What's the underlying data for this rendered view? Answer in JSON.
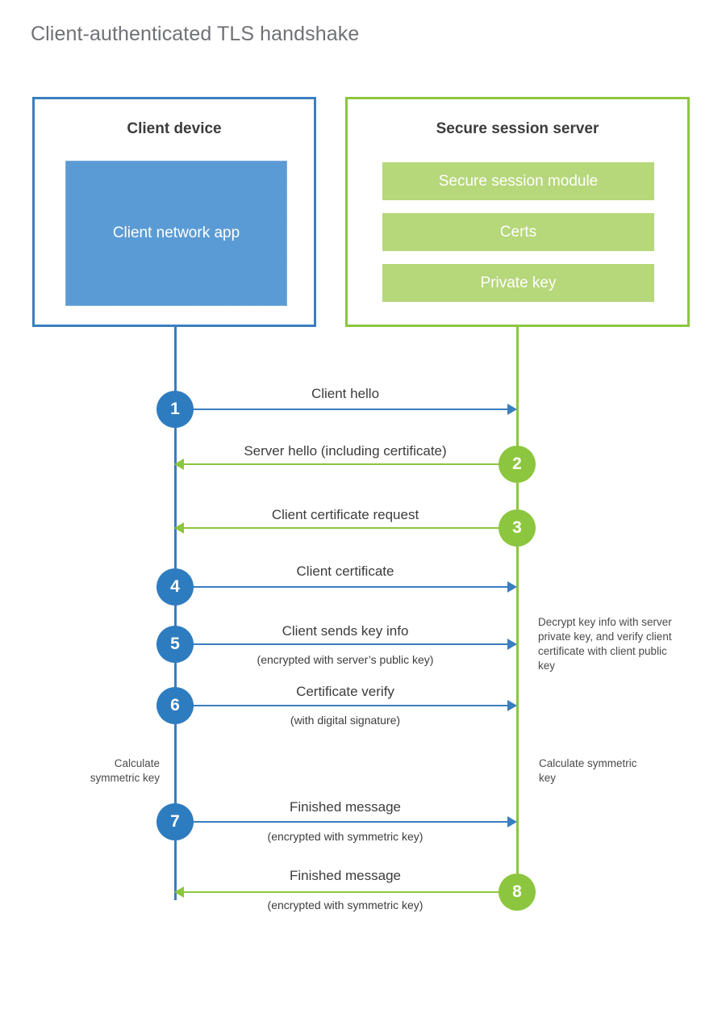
{
  "title": "Client-authenticated TLS handshake",
  "colors": {
    "client_blue": "#3a7ebf",
    "client_app_fill": "#5b9bd5",
    "server_green": "#8cc63f",
    "server_bar_fill": "#b6d77a",
    "step_blue": "#2e7cc0",
    "title_gray": "#6f7175",
    "text_dark": "#3c3c3c"
  },
  "client": {
    "title": "Client device",
    "app_label": "Client network app"
  },
  "server": {
    "title": "Secure session server",
    "modules": [
      {
        "label": "Secure session module"
      },
      {
        "label": "Certs"
      },
      {
        "label": "Private key"
      }
    ]
  },
  "steps": [
    {
      "number": "1",
      "label": "Client hello",
      "sublabel": "",
      "direction": "client-to-server",
      "color": "blue"
    },
    {
      "number": "2",
      "label": "Server hello (including certificate)",
      "sublabel": "",
      "direction": "server-to-client",
      "color": "green"
    },
    {
      "number": "3",
      "label": "Client certificate request",
      "sublabel": "",
      "direction": "server-to-client",
      "color": "green"
    },
    {
      "number": "4",
      "label": "Client certificate",
      "sublabel": "",
      "direction": "client-to-server",
      "color": "blue"
    },
    {
      "number": "5",
      "label": "Client sends key info",
      "sublabel": "(encrypted with server’s public key)",
      "direction": "client-to-server",
      "color": "blue"
    },
    {
      "number": "6",
      "label": "Certificate verify",
      "sublabel": "(with digital signature)",
      "direction": "client-to-server",
      "color": "blue"
    },
    {
      "number": "7",
      "label": "Finished message",
      "sublabel": "(encrypted with symmetric key)",
      "direction": "client-to-server",
      "color": "blue"
    },
    {
      "number": "8",
      "label": "Finished message",
      "sublabel": "(encrypted with symmetric key)",
      "direction": "server-to-client",
      "color": "green"
    }
  ],
  "notes": {
    "decrypt": "Decrypt key info with server private key, and verify client certificate with client public key",
    "calculate_client": "Calculate symmetric key",
    "calculate_server": "Calculate symmetric key"
  }
}
